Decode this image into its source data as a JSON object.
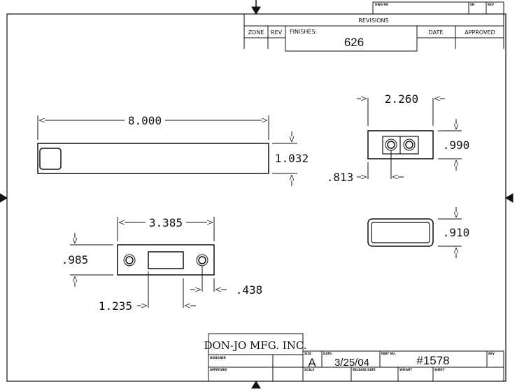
{
  "revisions": {
    "dwg_no_label": "DWG NO",
    "sh_label": "SH",
    "rev_label": "REV",
    "title": "REVISIONS",
    "zone": "ZONE",
    "rev": "REV",
    "finishes_label": "FINISHES:",
    "finishes_value": "626",
    "date": "DATE",
    "approved": "APPROVED"
  },
  "title_block": {
    "company": "DON-JO MFG. INC.",
    "designer_label": "DESIGNER",
    "approved_label": "APPROVED",
    "size_label": "SIZE",
    "size_value": "A",
    "date_label": "DATE:",
    "date_value": "3/25/04",
    "part_no_label": "PART NO.",
    "part_no_value": "#1578",
    "rev_label": "REV",
    "scale_label": "SCALE",
    "release_date_label": "RELEASE DATE",
    "weight_label": "WEIGHT",
    "sheet_label": "SHEET"
  },
  "dimensions": {
    "length": "8.000",
    "height": "1.032",
    "end_width": "2.260",
    "end_height": ".990",
    "hole_offset": ".813",
    "side_height": ".910",
    "plate_width": "3.385",
    "plate_height": ".985",
    "slot_offset": "1.235",
    "hole_edge": ".438"
  }
}
